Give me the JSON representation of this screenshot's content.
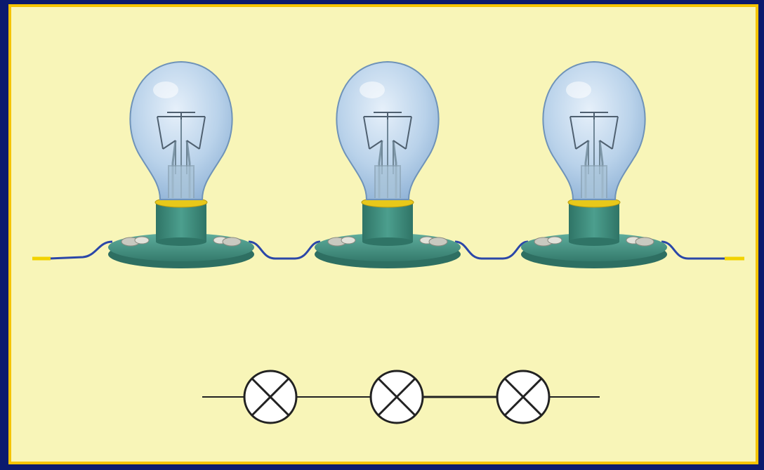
{
  "colors": {
    "outer_background": "#0b1a6e",
    "panel_background": "#f8f5b8",
    "panel_border": "#f5c400",
    "bulb_glass": "#b9d2ea",
    "socket": "#3e8e7e",
    "base": "#4a9a8a",
    "wire": "#2b47a8",
    "wire_tip": "#f2d200",
    "schematic_line": "#222222"
  },
  "pictorial_circuit": {
    "connection": "series",
    "bulb_count": 3,
    "icons": [
      "light-bulb-icon",
      "light-bulb-icon",
      "light-bulb-icon"
    ]
  },
  "schematic_circuit": {
    "connection": "series",
    "lamp_symbol_count": 3,
    "icons": [
      "lamp-symbol-icon",
      "lamp-symbol-icon",
      "lamp-symbol-icon"
    ]
  }
}
